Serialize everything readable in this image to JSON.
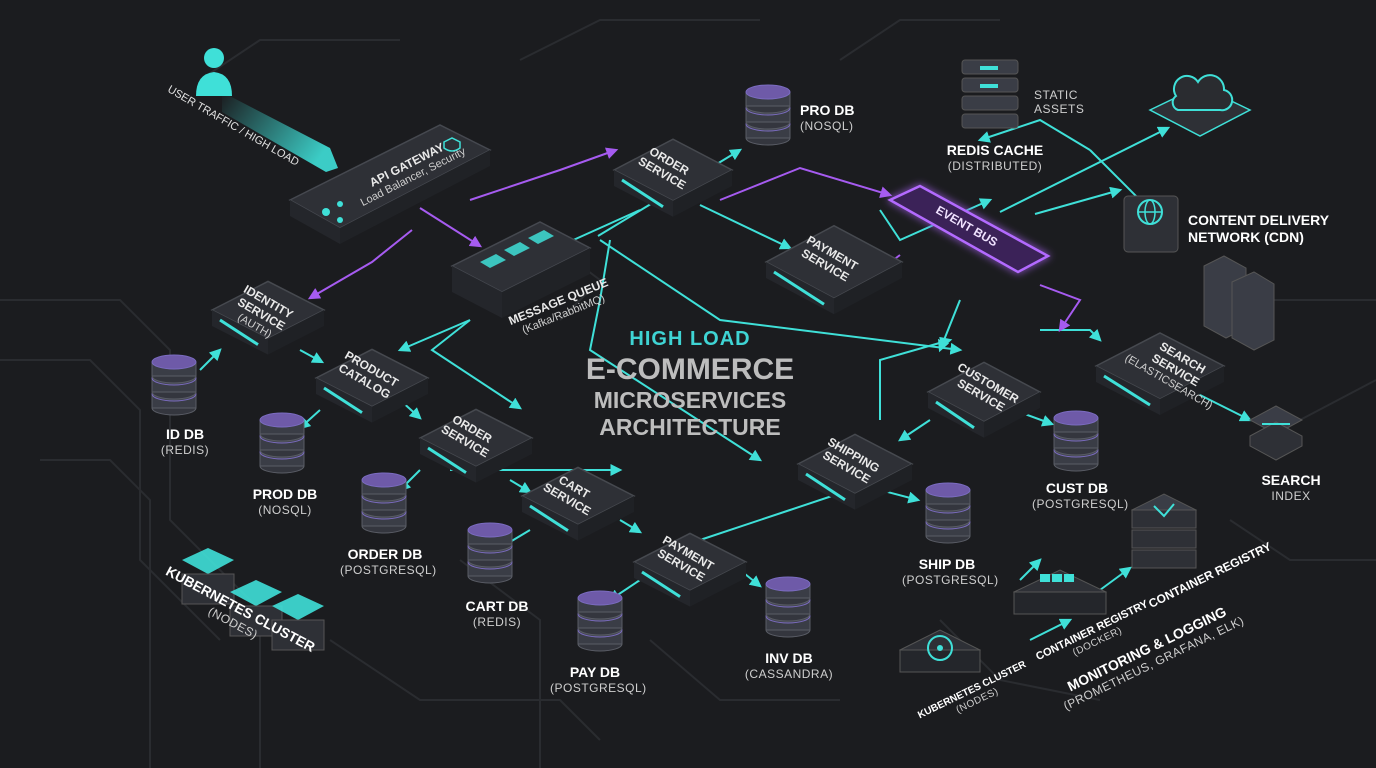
{
  "title": {
    "line1": "HIGH LOAD",
    "line2": "E-COMMERCE",
    "line3": "MICROSERVICES",
    "line4": "ARCHITECTURE"
  },
  "user_traffic": "USER TRAFFIC / HIGH LOAD",
  "api_gateway": {
    "name": "API GATEWAY",
    "sub": "Load Balancer, Security"
  },
  "message_queue": {
    "name": "MESSAGE QUEUE",
    "sub": "(Kafka/RabbitMQ)"
  },
  "event_bus": "EVENT BUS",
  "services": {
    "identity": {
      "l1": "IDENTITY",
      "l2": "SERVICE",
      "l3": "(AUTH)"
    },
    "product": {
      "l1": "PRODUCT",
      "l2": "CATALOG"
    },
    "order_left": {
      "l1": "ORDER",
      "l2": "SERVICE"
    },
    "cart": {
      "l1": "CART",
      "l2": "SERVICE"
    },
    "payment_left": {
      "l1": "PAYMENT",
      "l2": "SERVICE"
    },
    "order_top": {
      "l1": "ORDER",
      "l2": "SERVICE"
    },
    "payment_mid": {
      "l1": "PAYMENT",
      "l2": "SERVICE"
    },
    "shipping": {
      "l1": "SHIPPING",
      "l2": "SERVICE"
    },
    "customer": {
      "l1": "CUSTOMER",
      "l2": "SERVICE"
    },
    "search": {
      "l1": "SEARCH",
      "l2": "SERVICE",
      "l3": "(ELASTICSEARCH)"
    }
  },
  "databases": {
    "id_db": {
      "name": "ID DB",
      "sub": "(REDIS)"
    },
    "prod_db": {
      "name": "PROD DB",
      "sub": "(NOSQL)"
    },
    "order_db": {
      "name": "ORDER DB",
      "sub": "(POSTGRESQL)"
    },
    "cart_db": {
      "name": "CART DB",
      "sub": "(REDIS)"
    },
    "pay_db": {
      "name": "PAY DB",
      "sub": "(POSTGRESQL)"
    },
    "inv_db": {
      "name": "INV DB",
      "sub": "(CASSANDRA)"
    },
    "pro_db": {
      "name": "PRO DB",
      "sub": "(NOSQL)"
    },
    "ship_db": {
      "name": "SHIP DB",
      "sub": "(POSTGRESQL)"
    },
    "cust_db": {
      "name": "CUST DB",
      "sub": "(POSTGRESQL)"
    },
    "search_index": {
      "name": "SEARCH",
      "sub": "INDEX"
    }
  },
  "infra": {
    "static_assets": {
      "l1": "STATIC",
      "l2": "ASSETS"
    },
    "redis_cache": {
      "name": "REDIS CACHE",
      "sub": "(DISTRIBUTED)"
    },
    "cdn": {
      "l1": "CONTENT DELIVERY",
      "l2": "NETWORK (CDN)"
    },
    "k8s_left": {
      "name": "KUBERNETES CLUSTER",
      "sub": "(NODES)"
    },
    "k8s_right": {
      "name": "KUBERNETES CLUSTER",
      "sub": "(NODES)"
    },
    "container_registry_docker": {
      "name": "CONTAINER REGISTRY",
      "sub": "(DOCKER)"
    },
    "container_registry": "CONTAINER REGISTRY",
    "monitoring": {
      "name": "MONITORING & LOGGING",
      "sub": "(PROMETHEUS, GRAFANA, ELK)"
    }
  },
  "colors": {
    "background": "#1b1c1f",
    "teal": "#3fe0d8",
    "purple": "#a65bf0",
    "card": "#2e3036",
    "db": "#3a3d46"
  }
}
